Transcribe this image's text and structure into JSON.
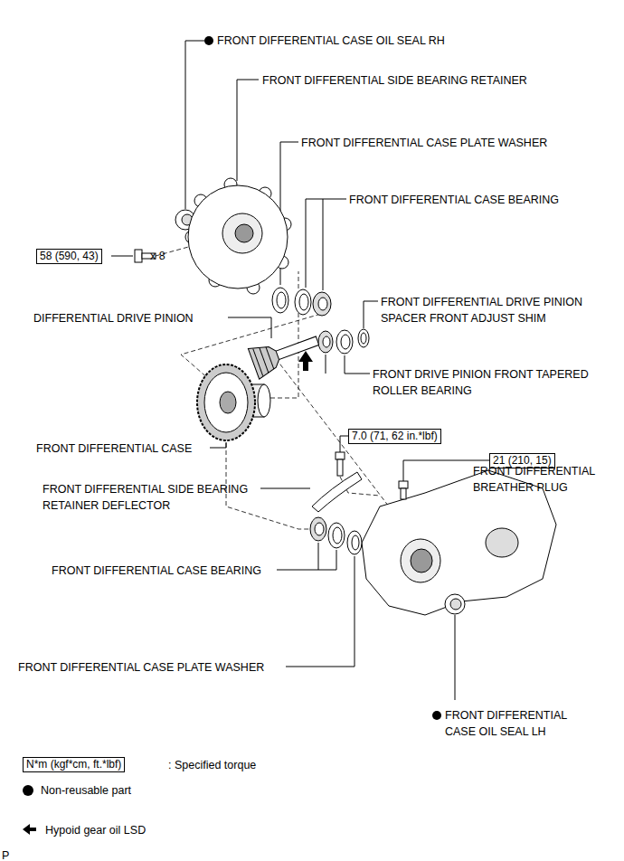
{
  "diagram": {
    "nodes": [
      {
        "text": [
          "58 (590, 43)"
        ]
      },
      {
        "text": [
          "7.0 (71, 62 in.*lbf)"
        ]
      },
      {
        "text": [
          "21 (210, 15)"
        ]
      },
      {
        "text": [
          "N*m (kgf*cm, ft.*lbf)"
        ]
      }
    ],
    "labels": [
      "FRONT DIFFERENTIAL CASE OIL SEAL RH",
      "FRONT DIFFERENTIAL SIDE BEARING RETAINER",
      "FRONT DIFFERENTIAL CASE PLATE WASHER",
      "FRONT DIFFERENTIAL CASE BEARING",
      "x 8",
      "FRONT DIFFERENTIAL DRIVE PINION SPACER FRONT ADJUST SHIM",
      "DIFFERENTIAL DRIVE PINION",
      "FRONT DRIVE PINION FRONT TAPERED ROLLER BEARING",
      "FRONT DIFFERENTIAL CASE",
      "FRONT DIFFERENTIAL BREATHER PLUG",
      "FRONT DIFFERENTIAL SIDE BEARING RETAINER DEFLECTOR",
      "FRONT DIFFERENTIAL CASE BEARING",
      "FRONT DIFFERENTIAL CASE PLATE WASHER",
      "FRONT DIFFERENTIAL CASE OIL SEAL LH",
      "P"
    ],
    "legend": [
      {
        "text": ": Specified torque"
      },
      {
        "text": "Non-reusable part"
      },
      {
        "text": "Hypoid gear oil LSD"
      }
    ]
  }
}
